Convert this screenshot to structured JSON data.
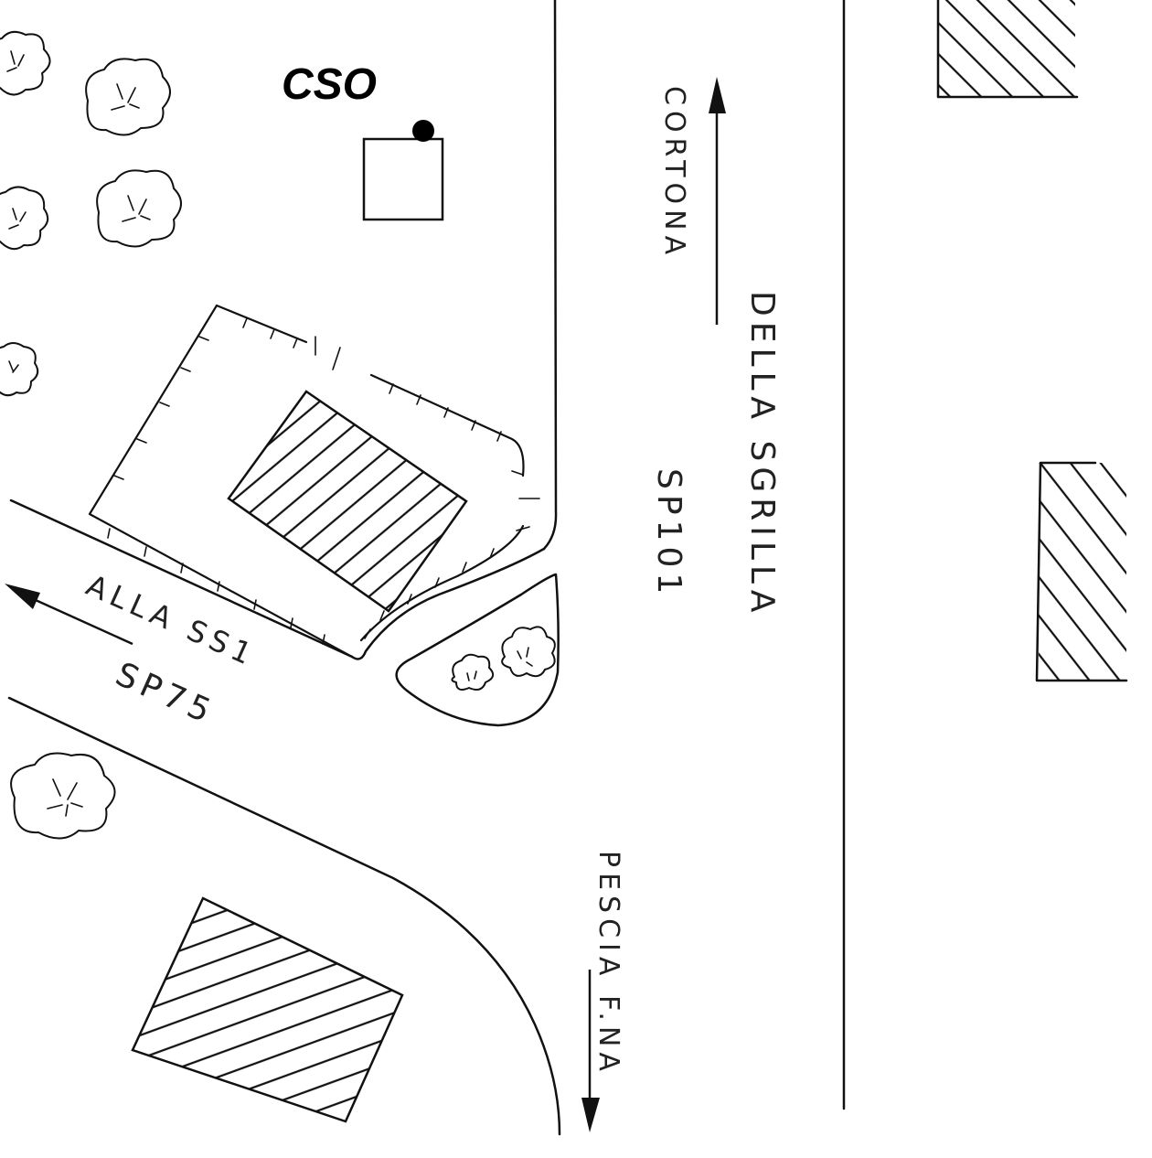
{
  "marker": {
    "label": "CSO"
  },
  "roads": {
    "sp101": {
      "name": "DELLA SGRILLA",
      "code": "SP101",
      "north_destination": "CORTONA",
      "south_destination": "PESCIA F.NA"
    },
    "sp75": {
      "name": "ALLA SS1",
      "code": "SP75"
    }
  },
  "colors": {
    "ink": "#111111",
    "paper": "#ffffff"
  },
  "icons": {
    "tree": "tree-icon",
    "arrow": "direction-arrow-icon",
    "marker": "location-dot-icon"
  }
}
